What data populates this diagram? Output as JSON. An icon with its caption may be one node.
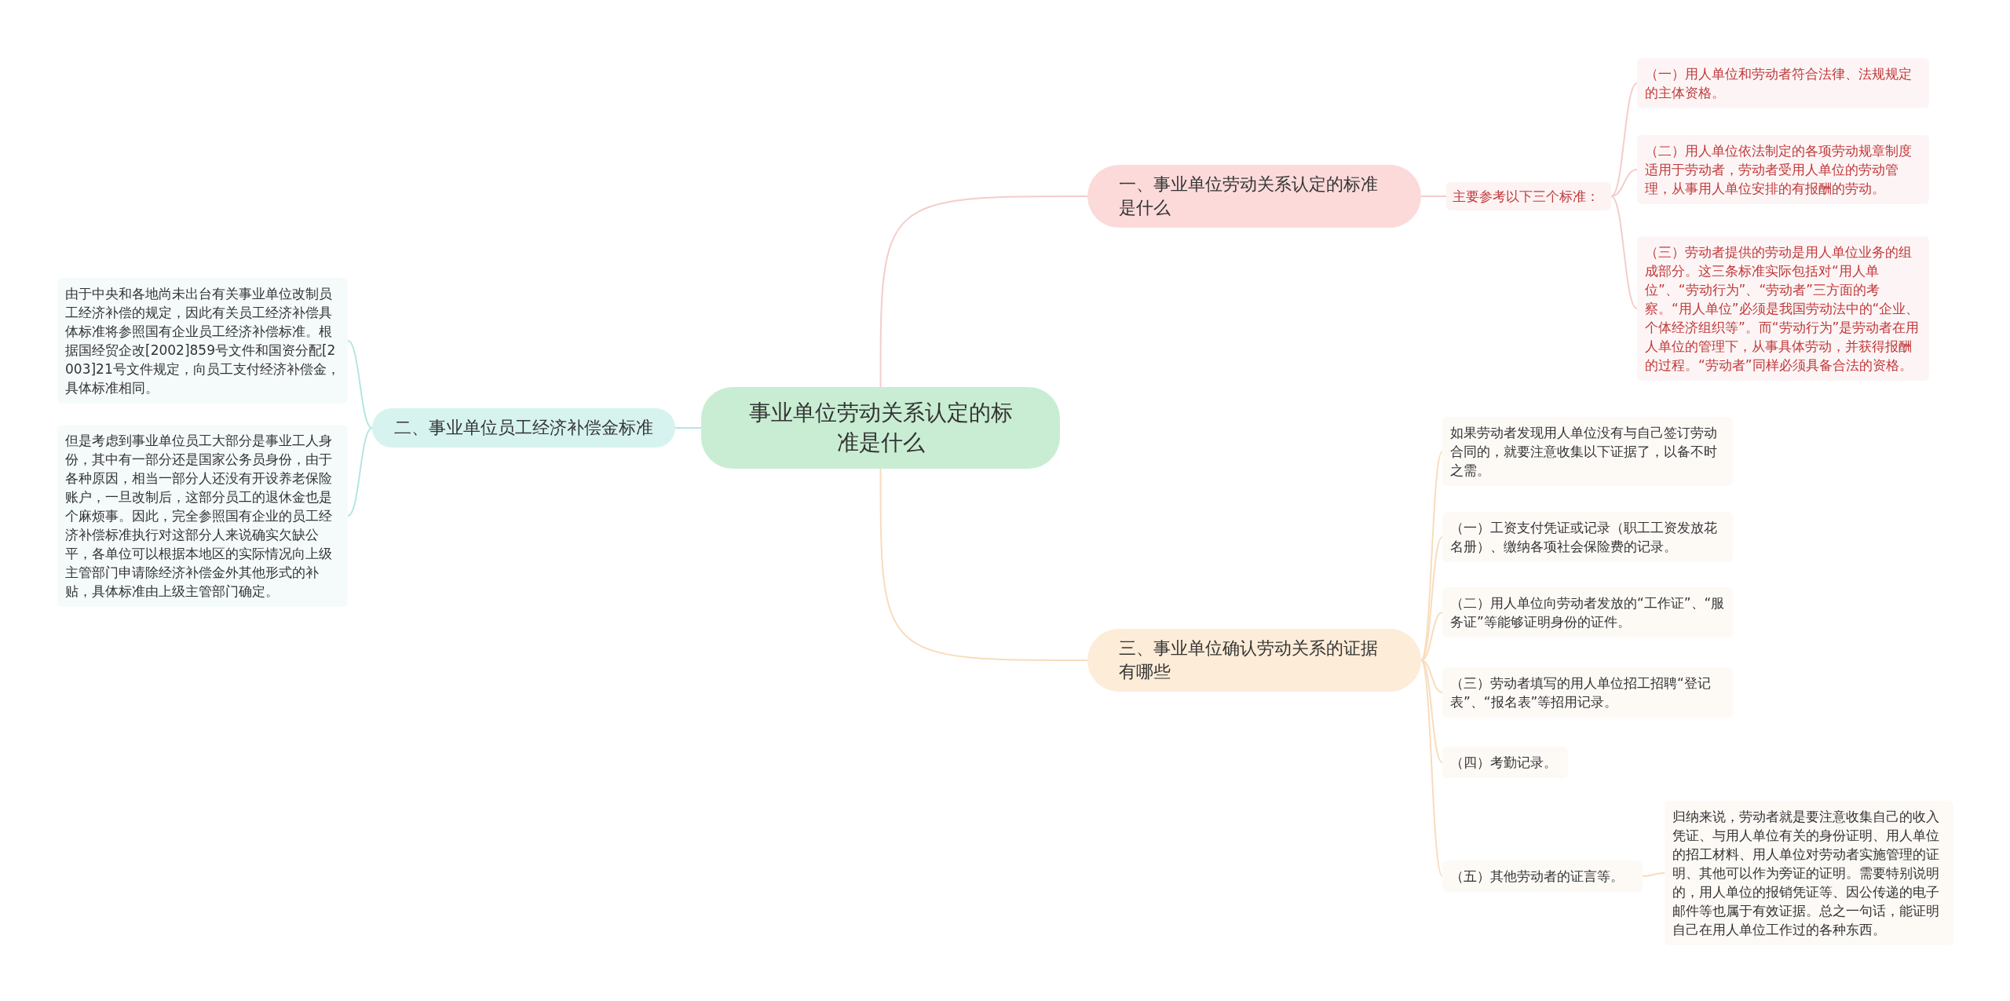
{
  "diagram": {
    "nodes": [
      {
        "text": [
          "事业单位劳动关系认定的标准是什么"
        ]
      },
      {
        "text": [
          "一、事业单位劳动关系认定的标准是什么"
        ]
      },
      {
        "text": [
          "主要参考以下三个标准："
        ]
      },
      {
        "text": [
          "（一）用人单位和劳动者符合法律、法规规定的主体资格。"
        ]
      },
      {
        "text": [
          "（二）用人单位依法制定的各项劳动规章制度适用于劳动者，劳动者受用人单位的劳动管理，从事用人单位安排的有报酬的劳动。"
        ]
      },
      {
        "text": [
          "（三）劳动者提供的劳动是用人单位业务的组成部分。这三条标准实际包括对“用人单位”、“劳动行为”、“劳动者”三方面的考察。“用人单位”必须是我国劳动法中的“企业、个体经济组织等”。而“劳动行为”是劳动者在用人单位的管理下，从事具体劳动，并获得报酬的过程。“劳动者”同样必须具备合法的资格。"
        ]
      },
      {
        "text": [
          "二、事业单位员工经济补偿金标准"
        ]
      },
      {
        "text": [
          "由于中央和各地尚未出台有关事业单位改制员工经济补偿的规定，因此有关员工经济补偿具体标准将参照国有企业员工经济补偿标准。根据国经贸企改[2002]859号文件和国资分配[2003]21号文件规定，向员工支付经济补偿金，具体标准相同。"
        ]
      },
      {
        "text": [
          "但是考虑到事业单位员工大部分是事业工人身份，其中有一部分还是国家公务员身份，由于各种原因，相当一部分人还没有开设养老保险账户，一旦改制后，这部分员工的退休金也是个麻烦事。因此，完全参照国有企业的员工经济补偿标准执行对这部分人来说确实欠缺公平，各单位可以根据本地区的实际情况向上级主管部门申请除经济补偿金外其他形式的补贴，具体标准由上级主管部门确定。"
        ]
      },
      {
        "text": [
          "三、事业单位确认劳动关系的证据有哪些"
        ]
      },
      {
        "text": [
          "如果劳动者发现用人单位没有与自己签订劳动合同的，就要注意收集以下证据了，以备不时之需。"
        ]
      },
      {
        "text": [
          "（一）工资支付凭证或记录（职工工资发放花名册）、缴纳各项社会保险费的记录。"
        ]
      },
      {
        "text": [
          "（二）用人单位向劳动者发放的“工作证”、“服务证”等能够证明身份的证件。"
        ]
      },
      {
        "text": [
          "（三）劳动者填写的用人单位招工招聘“登记表”、“报名表”等招用记录。"
        ]
      },
      {
        "text": [
          "（四）考勤记录。"
        ]
      },
      {
        "text": [
          "（五）其他劳动者的证言等。"
        ]
      },
      {
        "text": [
          "归纳来说，劳动者就是要注意收集自己的收入凭证、与用人单位有关的身份证明、用人单位的招工材料、用人单位对劳动者实施管理的证明、其他可以作为旁证的证明。需要特别说明的，用人单位的报销凭证等、因公传递的电子邮件等也属于有效证据。总之一句话，能证明自己在用人单位工作过的各种东西。"
        ]
      }
    ],
    "edges": [
      {
        "from": 0,
        "to": 1,
        "arrow": "none",
        "color": "#f5cccc"
      },
      {
        "from": 0,
        "to": 6,
        "arrow": "none",
        "color": "#b5e6e0"
      },
      {
        "from": 0,
        "to": 9,
        "arrow": "none",
        "color": "#f9dcbc"
      },
      {
        "from": 1,
        "to": 2,
        "arrow": "none",
        "color": "#f5cccc"
      },
      {
        "from": 2,
        "to": 3,
        "arrow": "none",
        "color": "#f5cccc"
      },
      {
        "from": 2,
        "to": 4,
        "arrow": "none",
        "color": "#f5cccc"
      },
      {
        "from": 2,
        "to": 5,
        "arrow": "none",
        "color": "#f5cccc"
      },
      {
        "from": 6,
        "to": 7,
        "arrow": "none",
        "color": "#b5e6e0"
      },
      {
        "from": 6,
        "to": 8,
        "arrow": "none",
        "color": "#b5e6e0"
      },
      {
        "from": 9,
        "to": 10,
        "arrow": "none",
        "color": "#f9dcbc"
      },
      {
        "from": 9,
        "to": 11,
        "arrow": "none",
        "color": "#f9dcbc"
      },
      {
        "from": 9,
        "to": 12,
        "arrow": "none",
        "color": "#f9dcbc"
      },
      {
        "from": 9,
        "to": 13,
        "arrow": "none",
        "color": "#f9dcbc"
      },
      {
        "from": 9,
        "to": 14,
        "arrow": "none",
        "color": "#f9dcbc"
      },
      {
        "from": 9,
        "to": 15,
        "arrow": "none",
        "color": "#f9dcbc"
      },
      {
        "from": 15,
        "to": 16,
        "arrow": "none",
        "color": "#f9dcbc"
      }
    ]
  }
}
